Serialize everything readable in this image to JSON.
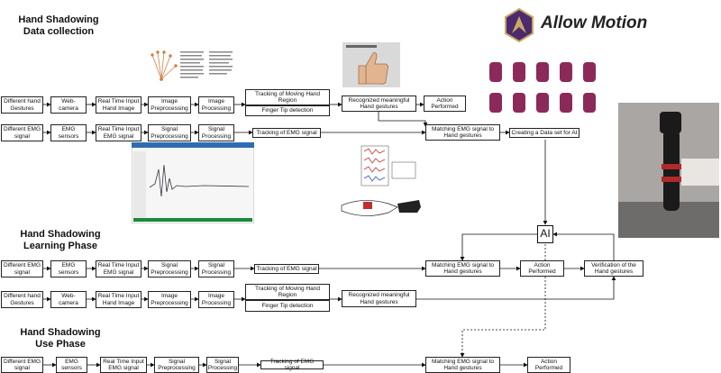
{
  "titles": {
    "collection": "Hand Shadowing\nData collection",
    "learning": "Hand Shadowing\nLearning Phase",
    "use": "Hand Shadowing\nUse Phase"
  },
  "logo": {
    "text": "Allow Motion"
  },
  "collection": {
    "hand_row": [
      "Different hand\nGestures",
      "Web-\ncamera",
      "Real Time Input\nHand Image",
      "Image\nPreprocessing",
      "Image\nProcessing"
    ],
    "tracking_top": "Tracking of Moving Hand\nRegion",
    "tracking_bottom": "Finger Tip detection",
    "recognized": "Recognized meaningful\nHand gestures",
    "action": "Action\nPerformed",
    "emg_row": [
      "Different EMG\nsignal",
      "EMG\nsensors",
      "Real Time Input\nEMG signal",
      "Signal\nPreprocessing",
      "Signal\nProcessing"
    ],
    "tracking_emg": "Tracking of EMG signal",
    "matching": "Matching EMG signal to\nHand gestures",
    "dataset": "Creating a Data set for AI"
  },
  "ai_label": "AI",
  "learning": {
    "emg_row": [
      "Different EMG\nsignal",
      "EMG\nsensors",
      "Real Time Input\nEMG signal",
      "Signal\nPreprocessing",
      "Signal\nProcessing"
    ],
    "tracking_emg": "Tracking of EMG signal",
    "matching": "Matching EMG signal to\nHand gestures",
    "action": "Action\nPerformed",
    "verification": "Verification of the\nHand gestures",
    "hand_row": [
      "Different hand\nGestures",
      "Web-\ncamera",
      "Real Time Input\nHand Image",
      "Image\nPreprocessing",
      "Image\nProcessing"
    ],
    "tracking_top": "Tracking of Moving Hand\nRegion",
    "tracking_bottom": "Finger Tip detection",
    "recognized": "Recognized meaningful\nHand gestures"
  },
  "use": {
    "emg_row": [
      "Different EMG\nsignal",
      "EMG\nsensors",
      "Real Time Input\nEMG signal",
      "Signal\nPreprocessing",
      "Signal\nProcessing"
    ],
    "tracking_emg": "Tracking of EMG signal",
    "matching": "Matching EMG signal to\nHand gestures",
    "action": "Action\nPerformed"
  },
  "colors": {
    "logo_purple": "#4b2a6e",
    "logo_gold": "#c8a860",
    "glove": "#8b2a5a",
    "arm": "#1a1a1a"
  }
}
